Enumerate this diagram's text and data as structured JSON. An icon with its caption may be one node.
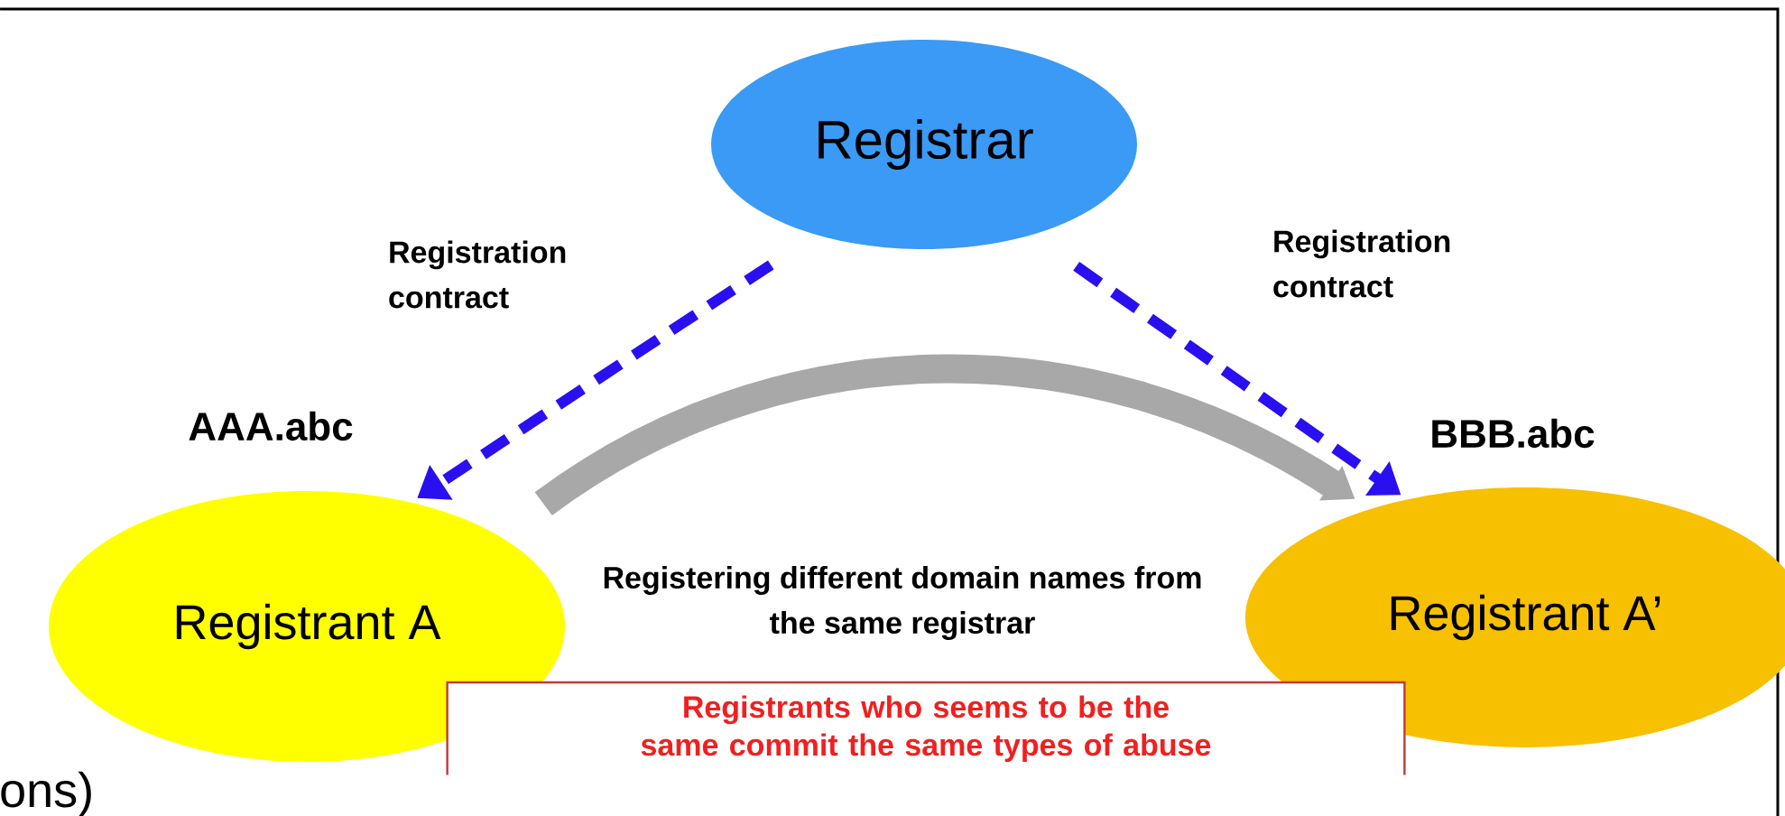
{
  "diagram": {
    "nodes": [
      {
        "text": [
          "Registrar"
        ]
      },
      {
        "text": [
          "Registrant A"
        ],
        "beside": [
          "AAA.abc"
        ]
      },
      {
        "text": [
          "Registrant A’"
        ],
        "beside": [
          "BBB.abc"
        ]
      },
      {
        "text": [
          "Registrants who seems to be the same commit the same types of abuse"
        ]
      }
    ],
    "edges": [
      {
        "from": 0,
        "to": 1,
        "arrow": "to",
        "style": "dashed",
        "label": "Registration contract"
      },
      {
        "from": 0,
        "to": 2,
        "arrow": "to",
        "style": "dashed",
        "label": "Registration contract"
      },
      {
        "from": 1,
        "to": 2,
        "arrow": "to",
        "style": "thick",
        "color": "#a8a8a8",
        "label": "Registering different domain names from the same registrar"
      }
    ],
    "labels": [
      "ons)"
    ]
  }
}
